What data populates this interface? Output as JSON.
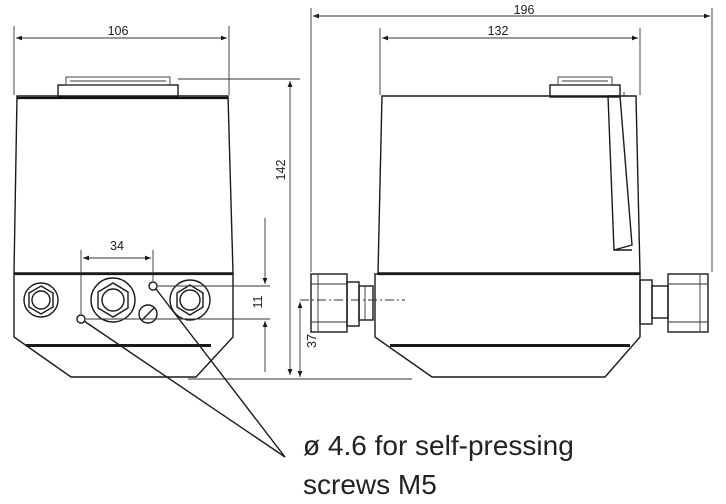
{
  "dimensions": {
    "front_width": "106",
    "front_hole_spacing": "34",
    "side_total_width": "196",
    "side_body_width": "132",
    "height": "142",
    "hole_offset": "11",
    "axis_height": "37"
  },
  "note": {
    "line1": "ø 4.6 for self-pressing",
    "line2": "screws M5"
  },
  "colors": {
    "line": "#1a1a1a",
    "background": "#ffffff"
  }
}
